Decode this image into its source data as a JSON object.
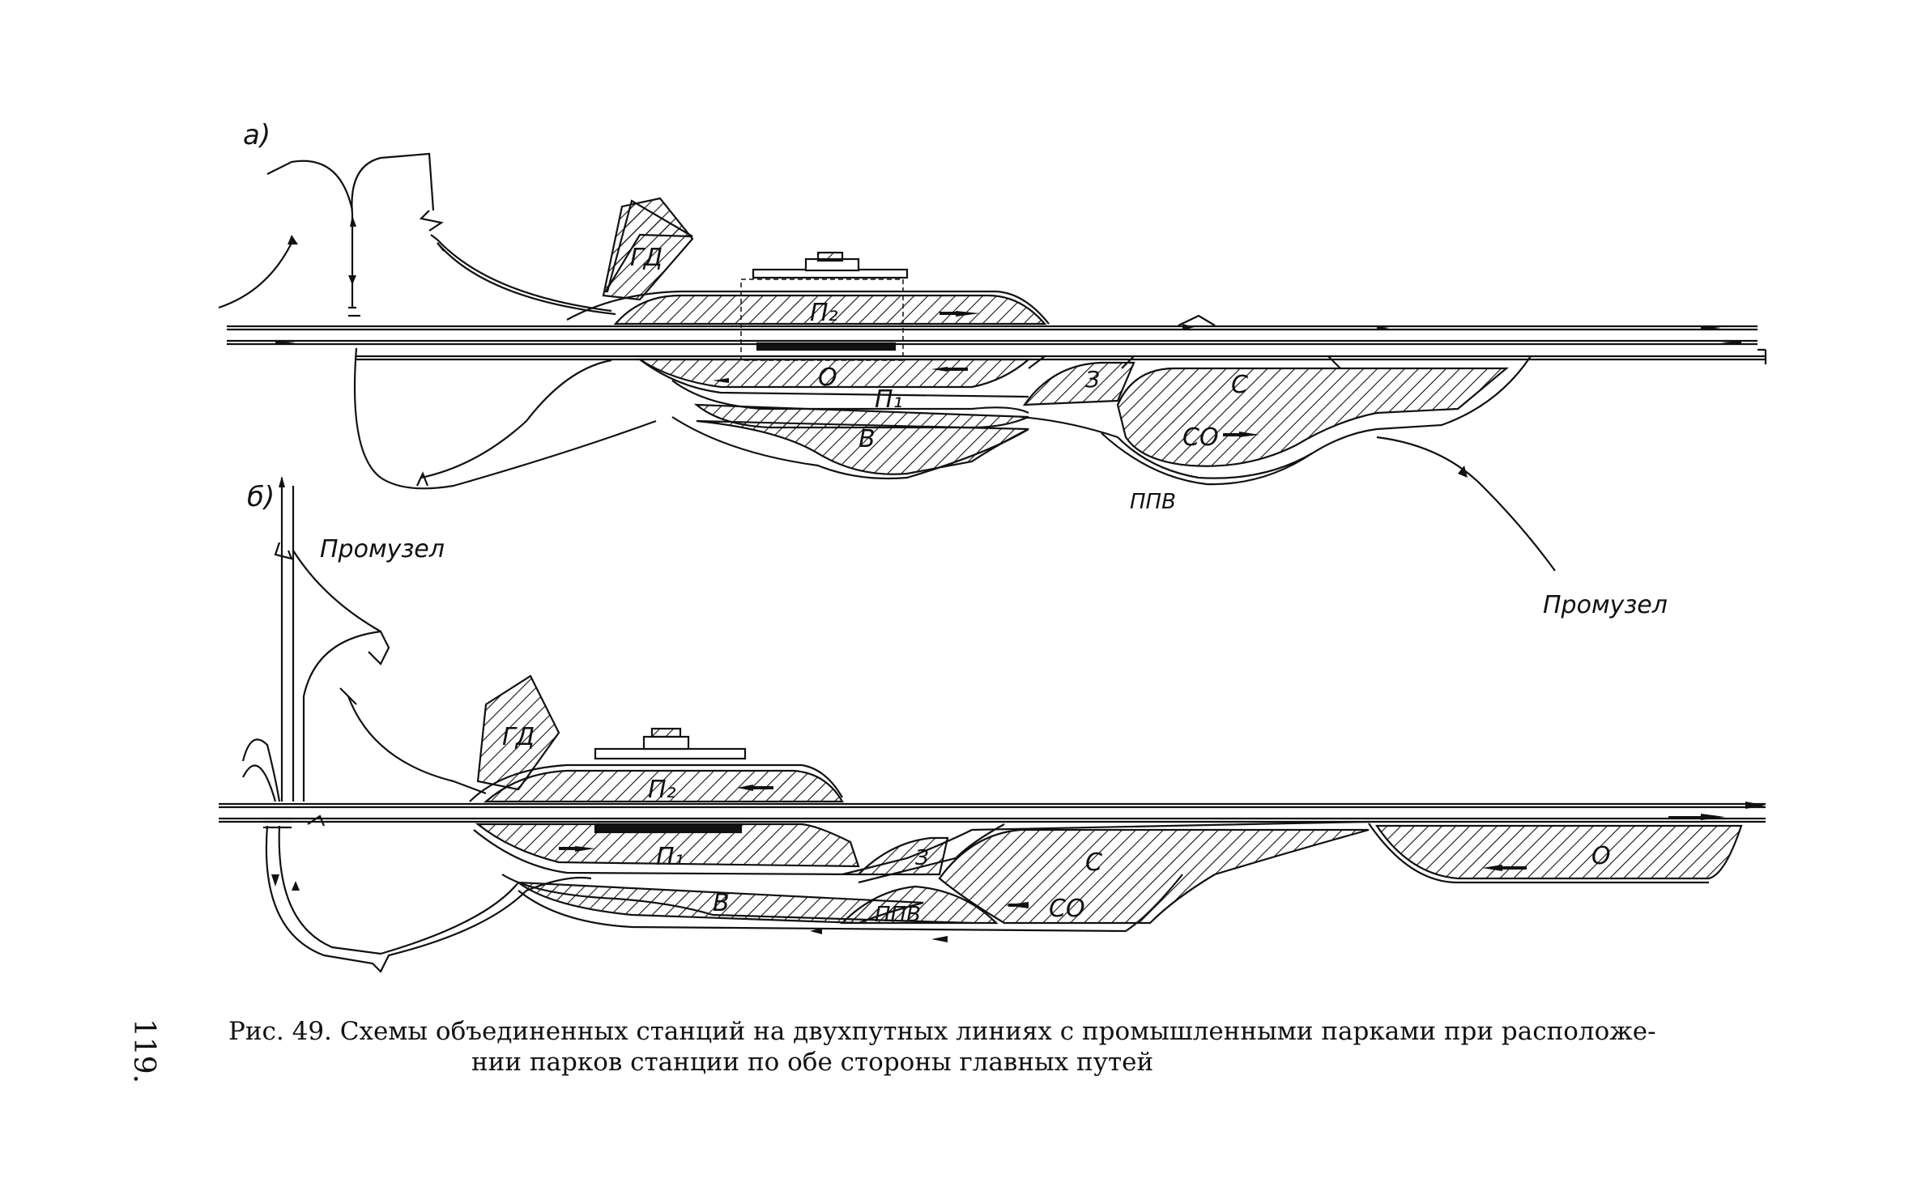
{
  "figure": {
    "panel_a_label": "а)",
    "panel_b_label": "б)",
    "caption_line1": "Рис. 49. Схемы объединенных станций на двухпутных линиях с промышленными парками при расположе-",
    "caption_line2": "нии парков станции по обе стороны главных путей",
    "page_number": "119."
  },
  "panel_a": {
    "labels": {
      "gd": "ГД",
      "p2": "П₂",
      "o": "О",
      "p1": "П₁",
      "v": "В",
      "z": "З",
      "s": "С",
      "so": "СО",
      "ppv": "ППВ",
      "promuzel": "Промузел"
    }
  },
  "panel_b": {
    "labels": {
      "gd": "ГД",
      "p2": "П₂",
      "p1": "П₁",
      "v": "В",
      "z": "З",
      "ppv": "ППВ",
      "s": "С",
      "so": "СО",
      "o": "О",
      "promuzel": "Промузел"
    }
  },
  "colors": {
    "ink": "#111111",
    "paper": "#ffffff"
  }
}
